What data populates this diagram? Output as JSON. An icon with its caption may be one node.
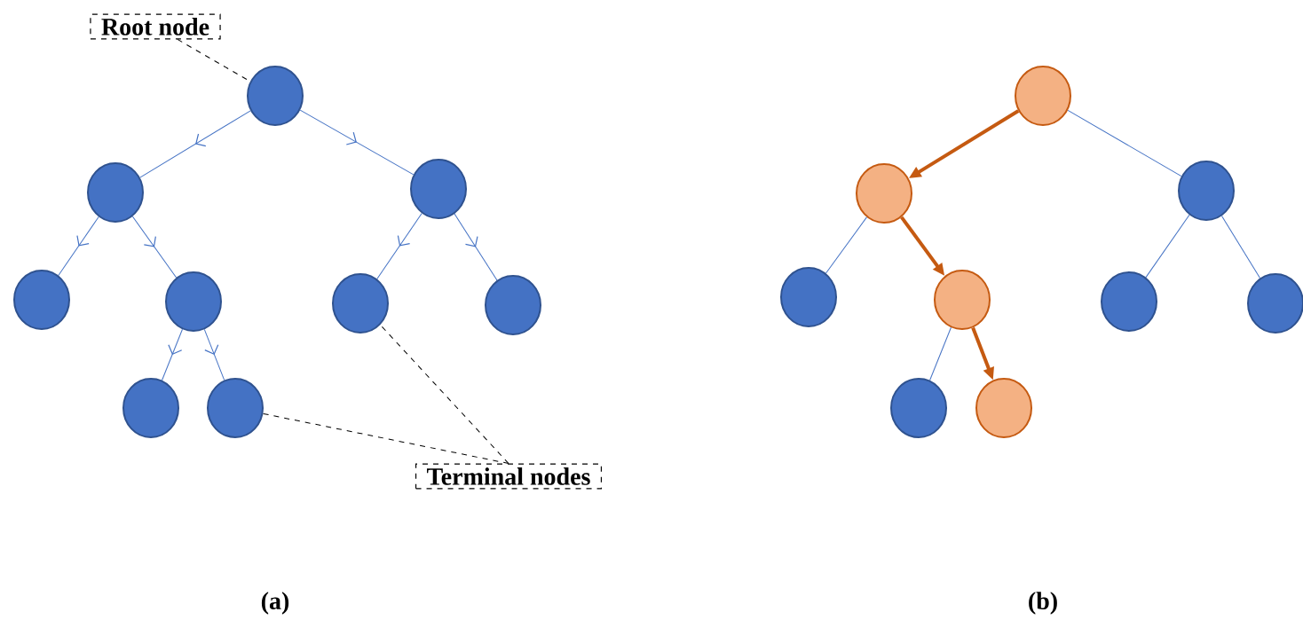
{
  "diagram": {
    "nodes": [
      {
        "text": [
          "Root node"
        ]
      },
      {
        "text": [],
        "shape": "circle"
      },
      {
        "text": [],
        "shape": "circle"
      },
      {
        "text": [],
        "shape": "circle"
      },
      {
        "text": [],
        "shape": "circle"
      },
      {
        "text": [],
        "shape": "circle"
      },
      {
        "text": [],
        "shape": "circle"
      },
      {
        "text": [],
        "shape": "circle"
      },
      {
        "text": [],
        "shape": "circle"
      },
      {
        "text": [],
        "shape": "circle"
      },
      {
        "text": [
          "Terminal nodes"
        ]
      },
      {
        "text": [],
        "shape": "circle"
      },
      {
        "text": [],
        "shape": "circle"
      },
      {
        "text": [],
        "shape": "circle"
      },
      {
        "text": [],
        "shape": "circle"
      },
      {
        "text": [],
        "shape": "circle"
      },
      {
        "text": [],
        "shape": "circle"
      },
      {
        "text": [],
        "shape": "circle"
      },
      {
        "text": [],
        "shape": "circle"
      },
      {
        "text": [],
        "shape": "circle"
      }
    ],
    "edges": [
      {
        "from": 0,
        "to": 1,
        "arrow": "none",
        "style": "dashed",
        "color": "#000000"
      },
      {
        "from": 1,
        "to": 2,
        "arrow": "to"
      },
      {
        "from": 1,
        "to": 3,
        "arrow": "to"
      },
      {
        "from": 2,
        "to": 4,
        "arrow": "to"
      },
      {
        "from": 2,
        "to": 5,
        "arrow": "to"
      },
      {
        "from": 3,
        "to": 6,
        "arrow": "to"
      },
      {
        "from": 3,
        "to": 7,
        "arrow": "to"
      },
      {
        "from": 5,
        "to": 8,
        "arrow": "to"
      },
      {
        "from": 5,
        "to": 9,
        "arrow": "to"
      },
      {
        "from": 10,
        "to": 9,
        "arrow": "none",
        "style": "dashed",
        "color": "#000000"
      },
      {
        "from": 10,
        "to": 6,
        "arrow": "none",
        "style": "dashed",
        "color": "#000000"
      },
      {
        "from": 11,
        "to": 12,
        "arrow": "to",
        "style": "thick",
        "color": "#c55a11"
      },
      {
        "from": 11,
        "to": 13,
        "arrow": "none"
      },
      {
        "from": 12,
        "to": 14,
        "arrow": "none"
      },
      {
        "from": 12,
        "to": 15,
        "arrow": "to",
        "style": "thick",
        "color": "#c55a11"
      },
      {
        "from": 13,
        "to": 16,
        "arrow": "none"
      },
      {
        "from": 13,
        "to": 17,
        "arrow": "none"
      },
      {
        "from": 15,
        "to": 18,
        "arrow": "none"
      },
      {
        "from": 15,
        "to": 19,
        "arrow": "to",
        "style": "thick",
        "color": "#c55a11"
      }
    ],
    "labels": [
      "(a)",
      "(b)"
    ]
  }
}
